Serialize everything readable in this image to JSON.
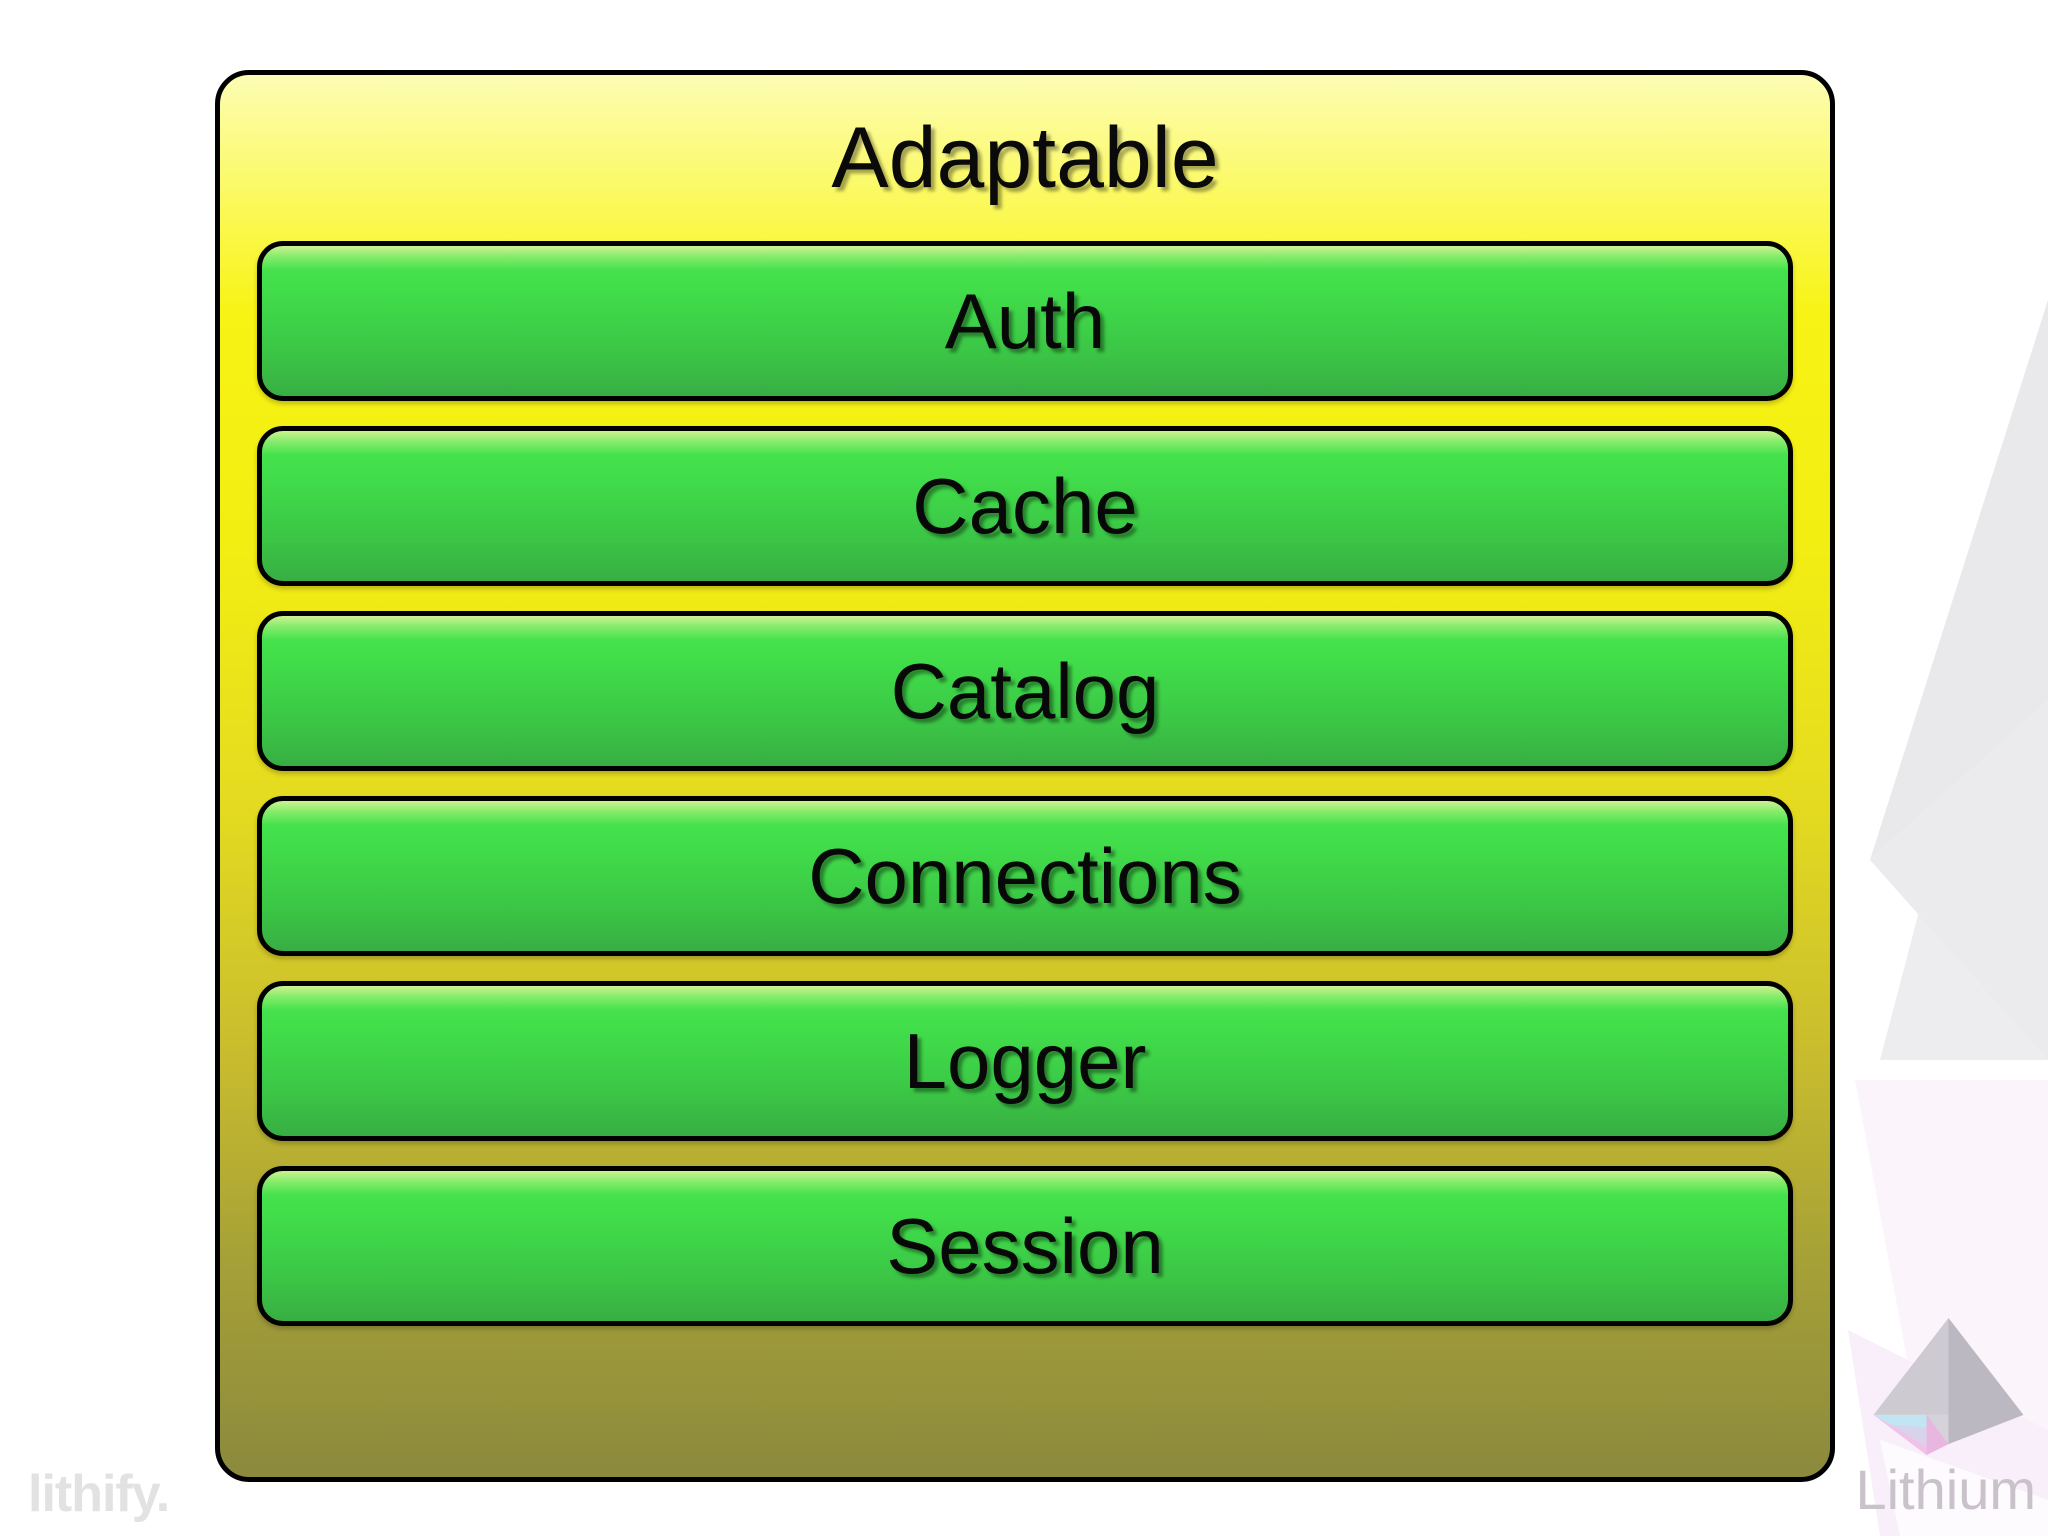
{
  "slide": {
    "background_color": "#ffffff"
  },
  "diagram": {
    "type": "layered-container",
    "title": "Adaptable",
    "container_border_color": "#000000",
    "container_gradient_top": "#fcfdb4",
    "container_gradient_mid": "#f7f314",
    "container_gradient_bottom": "#8b8a3d",
    "component_gradient_top": "#cdf392",
    "component_gradient_mid": "#41dd4a",
    "component_gradient_bottom": "#37ae43",
    "components": [
      {
        "label": "Auth"
      },
      {
        "label": "Cache"
      },
      {
        "label": "Catalog"
      },
      {
        "label": "Connections"
      },
      {
        "label": "Logger"
      },
      {
        "label": "Session"
      }
    ]
  },
  "watermarks": {
    "bottom_left": {
      "text": "lithify.",
      "color": "#e2e2e2"
    },
    "bottom_right": {
      "text": "Lithium",
      "color": "#c9c2cb",
      "icon": "lithium-pyramid-logo"
    }
  }
}
